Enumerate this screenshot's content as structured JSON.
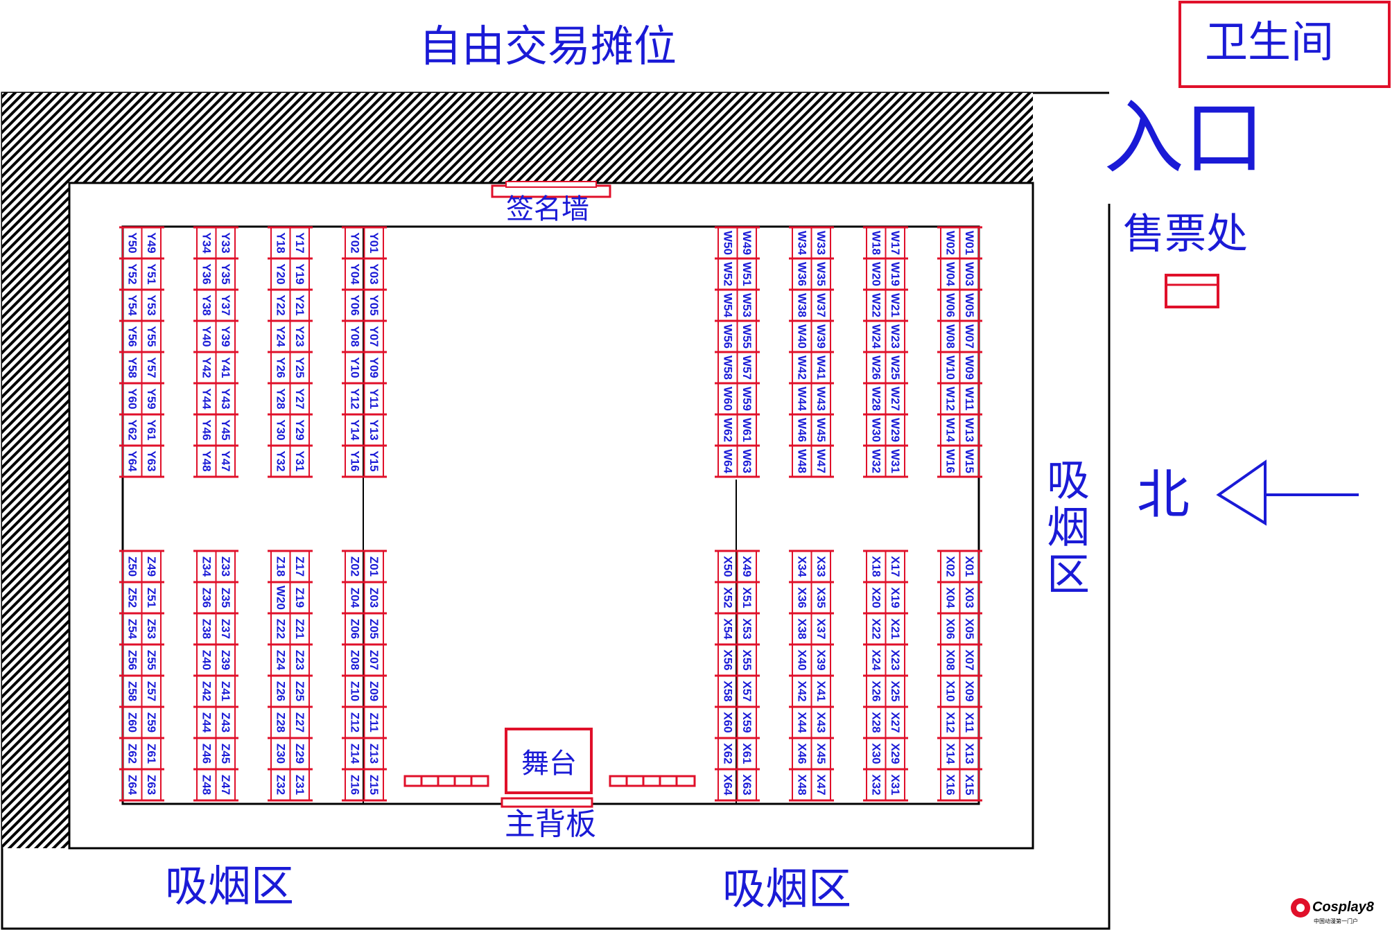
{
  "labels": {
    "free_trade": "自由交易摊位",
    "restroom": "卫生间",
    "entrance": "入口",
    "ticket_office": "售票处",
    "signature_wall": "签名墙",
    "stage": "舞台",
    "main_backboard": "主背板",
    "smoking_bottom_left": "吸烟区",
    "smoking_bottom_right": "吸烟区",
    "smoking_right": "吸烟区",
    "north": "北"
  },
  "watermark": {
    "brand": "Cosplay8",
    "slogan": "中国动漫第一门户"
  },
  "colors": {
    "text": "#1a1ad6",
    "booth_line": "#e0102a",
    "wall": "#000000"
  },
  "booth_columns": [
    {
      "id": "Y-left",
      "codes": [
        "Y49",
        "Y51",
        "Y53",
        "Y55",
        "Y57",
        "Y59",
        "Y61",
        "Y63",
        "Y50",
        "Y52",
        "Y54",
        "Y56",
        "Y58",
        "Y60",
        "Y62",
        "Y64"
      ]
    },
    {
      "id": "Y-mid1",
      "codes": [
        "Y33",
        "Y35",
        "Y37",
        "Y39",
        "Y41",
        "Y43",
        "Y45",
        "Y47",
        "Y34",
        "Y36",
        "Y38",
        "Y40",
        "Y42",
        "Y44",
        "Y46",
        "Y48"
      ]
    },
    {
      "id": "Y-mid2",
      "codes": [
        "Y17",
        "Y19",
        "Y21",
        "Y23",
        "Y25",
        "Y27",
        "Y29",
        "Y31",
        "Y18",
        "Y20",
        "Y22",
        "Y24",
        "Y26",
        "Y28",
        "Y30",
        "Y32"
      ]
    },
    {
      "id": "Y-right",
      "codes": [
        "Y01",
        "Y03",
        "Y05",
        "Y07",
        "Y09",
        "Y11",
        "Y13",
        "Y15",
        "Y02",
        "Y04",
        "Y06",
        "Y08",
        "Y10",
        "Y12",
        "Y14",
        "Y16"
      ]
    },
    {
      "id": "W-left",
      "codes": [
        "W49",
        "W51",
        "W53",
        "W55",
        "W57",
        "W59",
        "W61",
        "W63",
        "W50",
        "W52",
        "W54",
        "W56",
        "W58",
        "W60",
        "W62",
        "W64"
      ]
    },
    {
      "id": "W-mid1",
      "codes": [
        "W33",
        "W35",
        "W37",
        "W39",
        "W41",
        "W43",
        "W45",
        "W47",
        "W34",
        "W36",
        "W38",
        "W40",
        "W42",
        "W44",
        "W46",
        "W48"
      ]
    },
    {
      "id": "W-mid2",
      "codes": [
        "W17",
        "W19",
        "W21",
        "W23",
        "W25",
        "W27",
        "W29",
        "W31",
        "W18",
        "W20",
        "W22",
        "W24",
        "W26",
        "W28",
        "W30",
        "W32"
      ]
    },
    {
      "id": "W-right",
      "codes": [
        "W01",
        "W03",
        "W05",
        "W07",
        "W09",
        "W11",
        "W13",
        "W15",
        "W02",
        "W04",
        "W06",
        "W08",
        "W10",
        "W12",
        "W14",
        "W16"
      ]
    },
    {
      "id": "Z-left",
      "codes": [
        "Z49",
        "Z51",
        "Z53",
        "Z55",
        "Z57",
        "Z59",
        "Z61",
        "Z63",
        "Z50",
        "Z52",
        "Z54",
        "Z56",
        "Z58",
        "Z60",
        "Z62",
        "Z64"
      ]
    },
    {
      "id": "Z-mid1",
      "codes": [
        "Z33",
        "Z35",
        "Z37",
        "Z39",
        "Z41",
        "Z43",
        "Z45",
        "Z47",
        "Z34",
        "Z36",
        "Z38",
        "Z40",
        "Z42",
        "Z44",
        "Z46",
        "Z48"
      ]
    },
    {
      "id": "Z-mid2",
      "codes": [
        "Z17",
        "Z19",
        "Z21",
        "Z23",
        "Z25",
        "Z27",
        "Z29",
        "Z31",
        "Z18",
        "W20",
        "Z22",
        "Z24",
        "Z26",
        "Z28",
        "Z30",
        "Z32"
      ]
    },
    {
      "id": "Z-right",
      "codes": [
        "Z01",
        "Z03",
        "Z05",
        "Z07",
        "Z09",
        "Z11",
        "Z13",
        "Z15",
        "Z02",
        "Z04",
        "Z06",
        "Z08",
        "Z10",
        "Z12",
        "Z14",
        "Z16"
      ]
    },
    {
      "id": "X-left",
      "codes": [
        "X49",
        "X51",
        "X53",
        "X55",
        "X57",
        "X59",
        "X61",
        "X63",
        "X50",
        "X52",
        "X54",
        "X56",
        "X58",
        "X60",
        "X62",
        "X64"
      ]
    },
    {
      "id": "X-mid1",
      "codes": [
        "X33",
        "X35",
        "X37",
        "X39",
        "X41",
        "X43",
        "X45",
        "X47",
        "X34",
        "X36",
        "X38",
        "X40",
        "X42",
        "X44",
        "X46",
        "X48"
      ]
    },
    {
      "id": "X-mid2",
      "codes": [
        "X17",
        "X19",
        "X21",
        "X23",
        "X25",
        "X27",
        "X29",
        "X31",
        "X18",
        "X20",
        "X22",
        "X24",
        "X26",
        "X28",
        "X30",
        "X32"
      ]
    },
    {
      "id": "X-right",
      "codes": [
        "X01",
        "X03",
        "X05",
        "X07",
        "X09",
        "X11",
        "X13",
        "X15",
        "X02",
        "X04",
        "X06",
        "X08",
        "X10",
        "X12",
        "X14",
        "X16"
      ]
    }
  ]
}
